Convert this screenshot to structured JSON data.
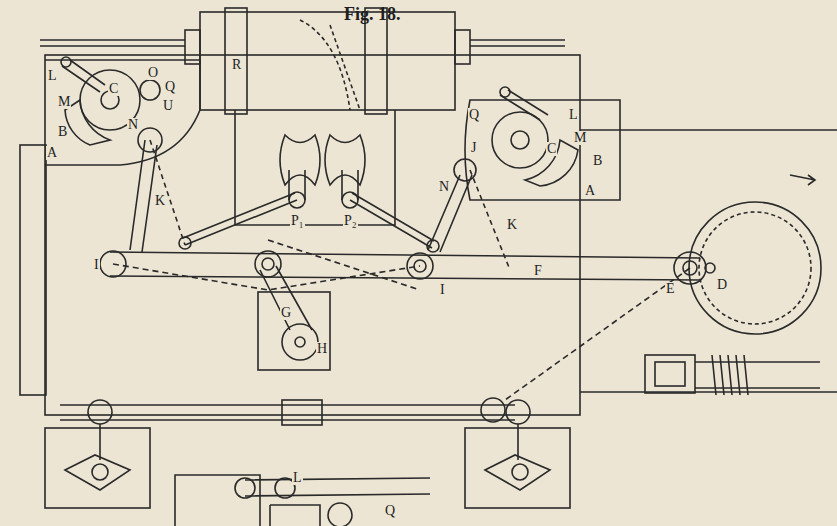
{
  "diagram": {
    "title": "Fig. 18.",
    "labels": [
      "A",
      "L",
      "M",
      "B",
      "C",
      "O",
      "Q",
      "U",
      "N",
      "K",
      "I",
      "R",
      "P₁",
      "P₂",
      "Q",
      "L",
      "M",
      "B",
      "A",
      "C",
      "J",
      "N",
      "K",
      "I",
      "F",
      "G",
      "H",
      "E",
      "D",
      "L",
      "Q"
    ]
  }
}
